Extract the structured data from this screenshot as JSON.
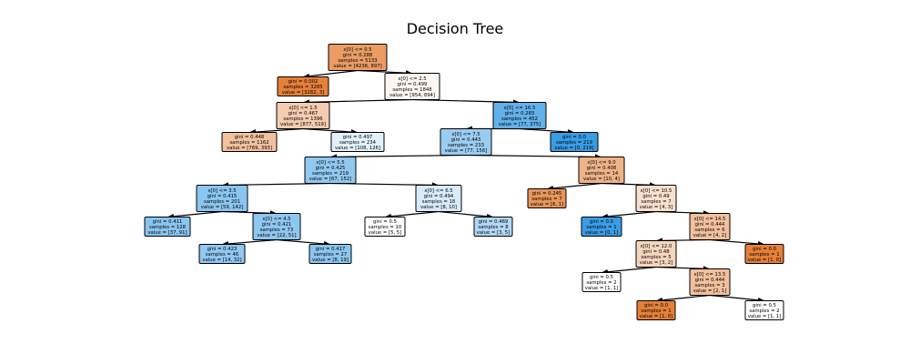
{
  "title": "Decision Tree",
  "nodes": [
    {
      "id": "n0",
      "lines": [
        "x[0] <= 0.5",
        "gini = 0.288",
        "samples = 5133",
        "value = [4236, 897]"
      ],
      "fill": "#eb9c63"
    },
    {
      "id": "n1",
      "lines": [
        "gini = 0.002",
        "samples = 3285",
        "value = [3282, 3]"
      ],
      "fill": "#e58139"
    },
    {
      "id": "n2",
      "lines": [
        "x[0] <= 2.5",
        "gini = 0.499",
        "samples = 1848",
        "value = [954, 894]"
      ],
      "fill": "#fdf7f3"
    },
    {
      "id": "n3",
      "lines": [
        "x[0] <= 1.5",
        "gini = 0.467",
        "samples = 1396",
        "value = [877, 519]"
      ],
      "fill": "#f4ccaf"
    },
    {
      "id": "n4",
      "lines": [
        "x[0] <= 16.5",
        "gini = 0.283",
        "samples = 452",
        "value = [77, 375]"
      ],
      "fill": "#62b1ea"
    },
    {
      "id": "n5",
      "lines": [
        "gini = 0.448",
        "samples = 1162",
        "value = [769, 393]"
      ],
      "fill": "#f2c19e"
    },
    {
      "id": "n6",
      "lines": [
        "gini = 0.497",
        "samples = 234",
        "value = [108, 126]"
      ],
      "fill": "#e3f1fb"
    },
    {
      "id": "n7",
      "lines": [
        "x[0] <= 7.5",
        "gini = 0.443",
        "samples = 233",
        "value = [77, 156]"
      ],
      "fill": "#9bcdf2"
    },
    {
      "id": "n8",
      "lines": [
        "gini = 0.0",
        "samples = 219",
        "value = [0, 219]"
      ],
      "fill": "#399de5"
    },
    {
      "id": "n9",
      "lines": [
        "x[0] <= 5.5",
        "gini = 0.425",
        "samples = 219",
        "value = [67, 152]"
      ],
      "fill": "#91c8f0"
    },
    {
      "id": "n10",
      "lines": [
        "x[0] <= 9.0",
        "gini = 0.408",
        "samples = 14",
        "value = [10, 4]"
      ],
      "fill": "#efb388"
    },
    {
      "id": "n11",
      "lines": [
        "x[0] <= 3.5",
        "gini = 0.415",
        "samples = 201",
        "value = [59, 142]"
      ],
      "fill": "#8bc6f0"
    },
    {
      "id": "n12",
      "lines": [
        "x[0] <= 6.5",
        "gini = 0.494",
        "samples = 18",
        "value = [8, 10]"
      ],
      "fill": "#d7ebfa"
    },
    {
      "id": "n13",
      "lines": [
        "gini = 0.245",
        "samples = 7",
        "value = [6, 1]"
      ],
      "fill": "#e9965a"
    },
    {
      "id": "n14",
      "lines": [
        "x[0] <= 10.5",
        "gini = 0.49",
        "samples = 7",
        "value = [4, 3]"
      ],
      "fill": "#f8e0ce"
    },
    {
      "id": "n15",
      "lines": [
        "gini = 0.411",
        "samples = 128",
        "value = [37, 91]"
      ],
      "fill": "#8ac5f0"
    },
    {
      "id": "n16",
      "lines": [
        "x[0] <= 4.5",
        "gini = 0.421",
        "samples = 73",
        "value = [22, 51]"
      ],
      "fill": "#8ec7f0"
    },
    {
      "id": "n17",
      "lines": [
        "gini = 0.5",
        "samples = 10",
        "value = [5, 5]"
      ],
      "fill": "#ffffff"
    },
    {
      "id": "n18",
      "lines": [
        "gini = 0.469",
        "samples = 8",
        "value = [3, 5]"
      ],
      "fill": "#b0d8f5"
    },
    {
      "id": "n19",
      "lines": [
        "gini = 0.0",
        "samples = 1",
        "value = [0, 1]"
      ],
      "fill": "#399de5"
    },
    {
      "id": "n20",
      "lines": [
        "x[0] <= 14.5",
        "gini = 0.444",
        "samples = 6",
        "value = [4, 2]"
      ],
      "fill": "#f2c09c"
    },
    {
      "id": "n21",
      "lines": [
        "gini = 0.423",
        "samples = 46",
        "value = [14, 32]"
      ],
      "fill": "#90c8f0"
    },
    {
      "id": "n22",
      "lines": [
        "gini = 0.417",
        "samples = 27",
        "value = [8, 19]"
      ],
      "fill": "#8cc6f0"
    },
    {
      "id": "n23",
      "lines": [
        "x[0] <= 12.0",
        "gini = 0.48",
        "samples = 5",
        "value = [3, 2]"
      ],
      "fill": "#f6d5bd"
    },
    {
      "id": "n24",
      "lines": [
        "gini = 0.0",
        "samples = 1",
        "value = [1, 0]"
      ],
      "fill": "#e58139"
    },
    {
      "id": "n25",
      "lines": [
        "gini = 0.5",
        "samples = 2",
        "value = [1, 1]"
      ],
      "fill": "#ffffff"
    },
    {
      "id": "n26",
      "lines": [
        "x[0] <= 13.5",
        "gini = 0.444",
        "samples = 3",
        "value = [2, 1]"
      ],
      "fill": "#f2c09c"
    },
    {
      "id": "n27",
      "lines": [
        "gini = 0.0",
        "samples = 1",
        "value = [1, 0]"
      ],
      "fill": "#e58139"
    },
    {
      "id": "n28",
      "lines": [
        "gini = 0.5",
        "samples = 2",
        "value = [1, 1]"
      ],
      "fill": "#ffffff"
    }
  ],
  "edges": [
    [
      "n0",
      "n1"
    ],
    [
      "n0",
      "n2"
    ],
    [
      "n2",
      "n3"
    ],
    [
      "n2",
      "n4"
    ],
    [
      "n3",
      "n5"
    ],
    [
      "n3",
      "n6"
    ],
    [
      "n4",
      "n7"
    ],
    [
      "n4",
      "n8"
    ],
    [
      "n7",
      "n9"
    ],
    [
      "n7",
      "n10"
    ],
    [
      "n9",
      "n11"
    ],
    [
      "n9",
      "n12"
    ],
    [
      "n10",
      "n13"
    ],
    [
      "n10",
      "n14"
    ],
    [
      "n11",
      "n15"
    ],
    [
      "n11",
      "n16"
    ],
    [
      "n12",
      "n17"
    ],
    [
      "n12",
      "n18"
    ],
    [
      "n14",
      "n19"
    ],
    [
      "n14",
      "n20"
    ],
    [
      "n16",
      "n21"
    ],
    [
      "n16",
      "n22"
    ],
    [
      "n20",
      "n23"
    ],
    [
      "n20",
      "n24"
    ],
    [
      "n23",
      "n25"
    ],
    [
      "n23",
      "n26"
    ],
    [
      "n26",
      "n27"
    ],
    [
      "n26",
      "n28"
    ]
  ]
}
